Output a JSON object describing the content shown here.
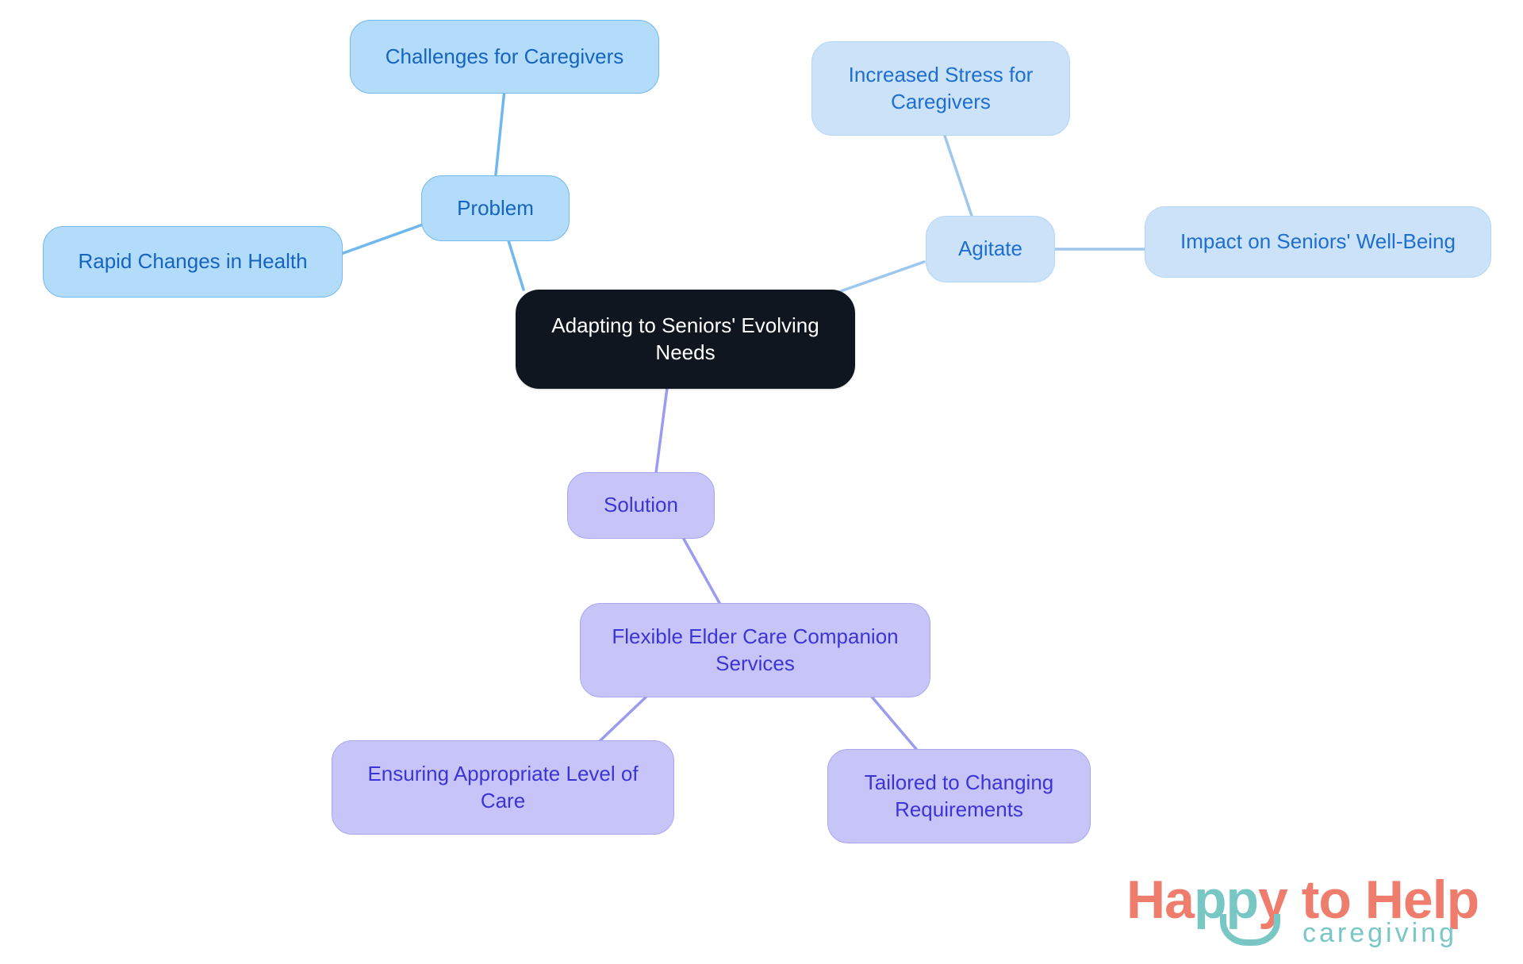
{
  "diagram": {
    "type": "mindmap",
    "background_color": "#ffffff",
    "central_node": {
      "id": "central",
      "label": "Adapting to Seniors' Evolving Needs",
      "fill": "#0f1620",
      "text_color": "#ffffff"
    },
    "branches": [
      {
        "id": "problem",
        "label": "Problem",
        "fill": "#b3dcfb",
        "border": "#72b9ef",
        "text_color": "#1565c0",
        "edge_color": "#6fb8ef",
        "children": [
          {
            "id": "challenges-for-caregivers",
            "label": "Challenges for Caregivers"
          },
          {
            "id": "rapid-changes-in-health",
            "label": "Rapid Changes in Health"
          }
        ]
      },
      {
        "id": "agitate",
        "label": "Agitate",
        "fill": "#cce2f9",
        "border": "#b4d6f5",
        "text_color": "#1d6fd0",
        "edge_color": "#9ec7ee",
        "children": [
          {
            "id": "increased-stress-for-caregivers",
            "label": "Increased Stress for Caregivers"
          },
          {
            "id": "impact-on-seniors-well-being",
            "label": "Impact on Seniors' Well-Being"
          }
        ]
      },
      {
        "id": "solution",
        "label": "Solution",
        "fill": "#c7c5f8",
        "border": "#a9a6f2",
        "text_color": "#3d34d6",
        "edge_color": "#9b9bf0",
        "children": [
          {
            "id": "flexible-elder-care-companion-services",
            "label": "Flexible Elder Care Companion Services"
          },
          {
            "id": "ensuring-appropriate-level-of-care",
            "label": "Ensuring Appropriate Level of Care"
          },
          {
            "id": "tailored-to-changing-requirements",
            "label": "Tailored to Changing Requirements"
          }
        ]
      }
    ],
    "nodes": {
      "central": "Adapting to Seniors' Evolving Needs",
      "problem": "Problem",
      "challenges_for_caregivers": "Challenges for Caregivers",
      "rapid_changes_in_health": "Rapid Changes in Health",
      "agitate": "Agitate",
      "increased_stress_for_caregivers": "Increased Stress for Caregivers",
      "impact_on_seniors_well_being": "Impact on Seniors' Well-Being",
      "solution": "Solution",
      "flexible_elder_care_companion_services": "Flexible Elder Care Companion Services",
      "ensuring_appropriate_level_of_care": "Ensuring Appropriate Level of Care",
      "tailored_to_changing_requirements": "Tailored to Changing Requirements"
    }
  },
  "logo": {
    "word_happy_1": "H",
    "word_happy_a": "a",
    "word_happy_pp": "pp",
    "word_happy_y": "y",
    "word_to_help": " to Help",
    "tagline": "caregiving",
    "coral": "#ef7d6d",
    "teal": "#79c7c5"
  }
}
